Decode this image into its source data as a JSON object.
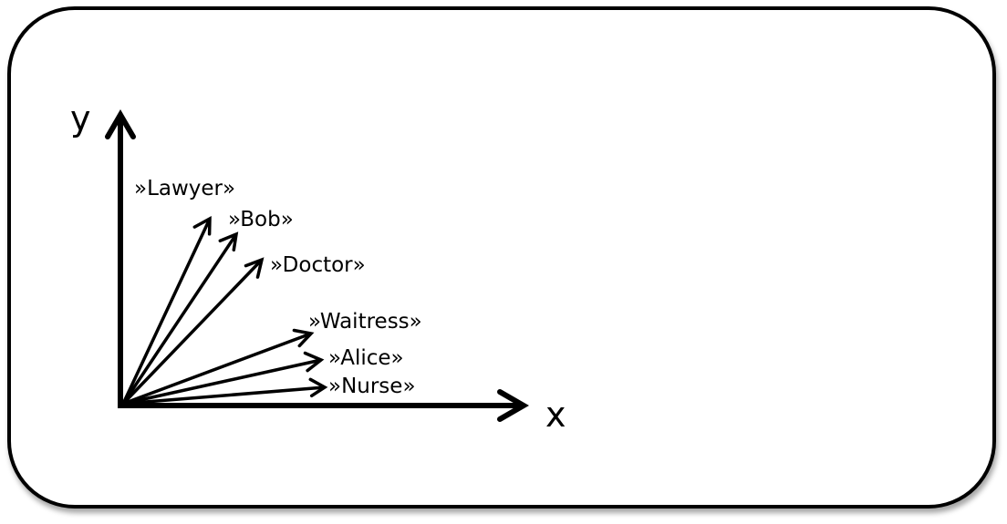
{
  "axes": {
    "x_label": "x",
    "y_label": "y"
  },
  "vectors": [
    {
      "key": "lawyer",
      "label": "»Lawyer»"
    },
    {
      "key": "bob",
      "label": "»Bob»"
    },
    {
      "key": "doctor",
      "label": "»Doctor»"
    },
    {
      "key": "waitress",
      "label": "»Waitress»"
    },
    {
      "key": "alice",
      "label": "»Alice»"
    },
    {
      "key": "nurse",
      "label": "»Nurse»"
    }
  ]
}
